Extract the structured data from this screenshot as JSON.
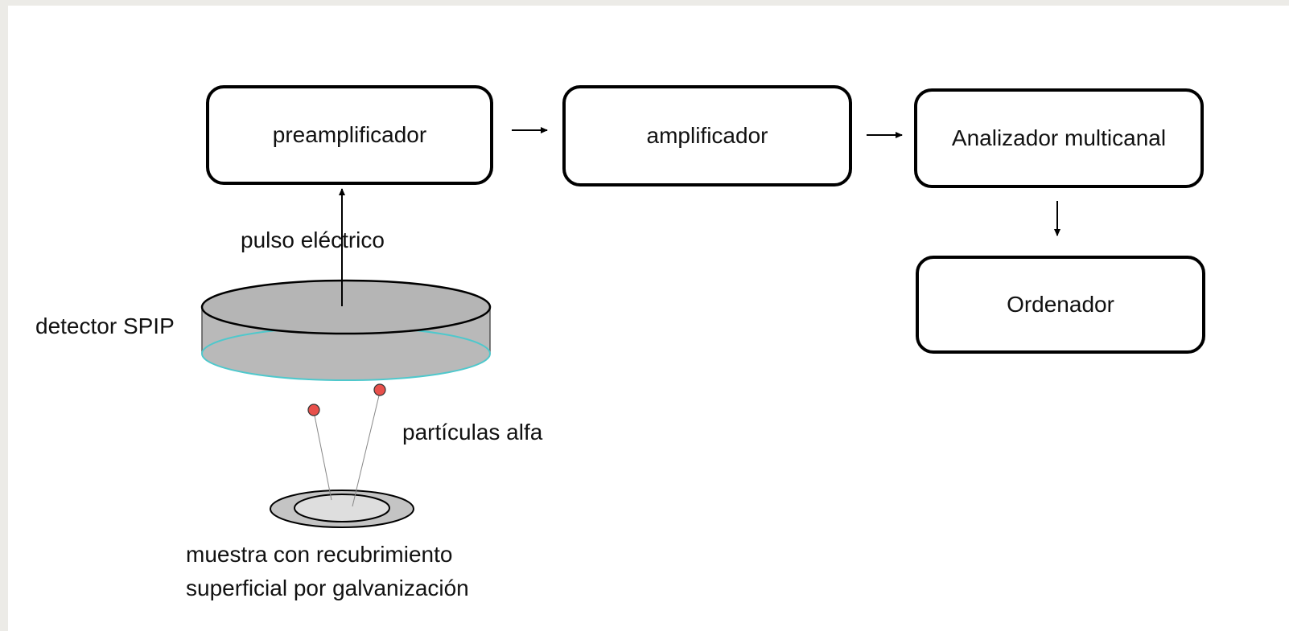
{
  "boxes": {
    "preamplificador": "preamplificador",
    "amplificador": "amplificador",
    "analizador": "Analizador multicanal",
    "ordenador": "Ordenador"
  },
  "labels": {
    "pulso": "pulso eléctrico",
    "detector": "detector SPIP",
    "particulas": "partículas alfa",
    "muestra_line1": "muestra con recubrimiento",
    "muestra_line2": "superficial por galvanización"
  },
  "colors": {
    "page_background": "#ecebe7",
    "detector_fill": "#b9b9b9",
    "detector_rim": "#4fc8cc",
    "particle": "#e8504b",
    "sample_outer": "#c4c4c4",
    "sample_inner": "#dedede"
  }
}
